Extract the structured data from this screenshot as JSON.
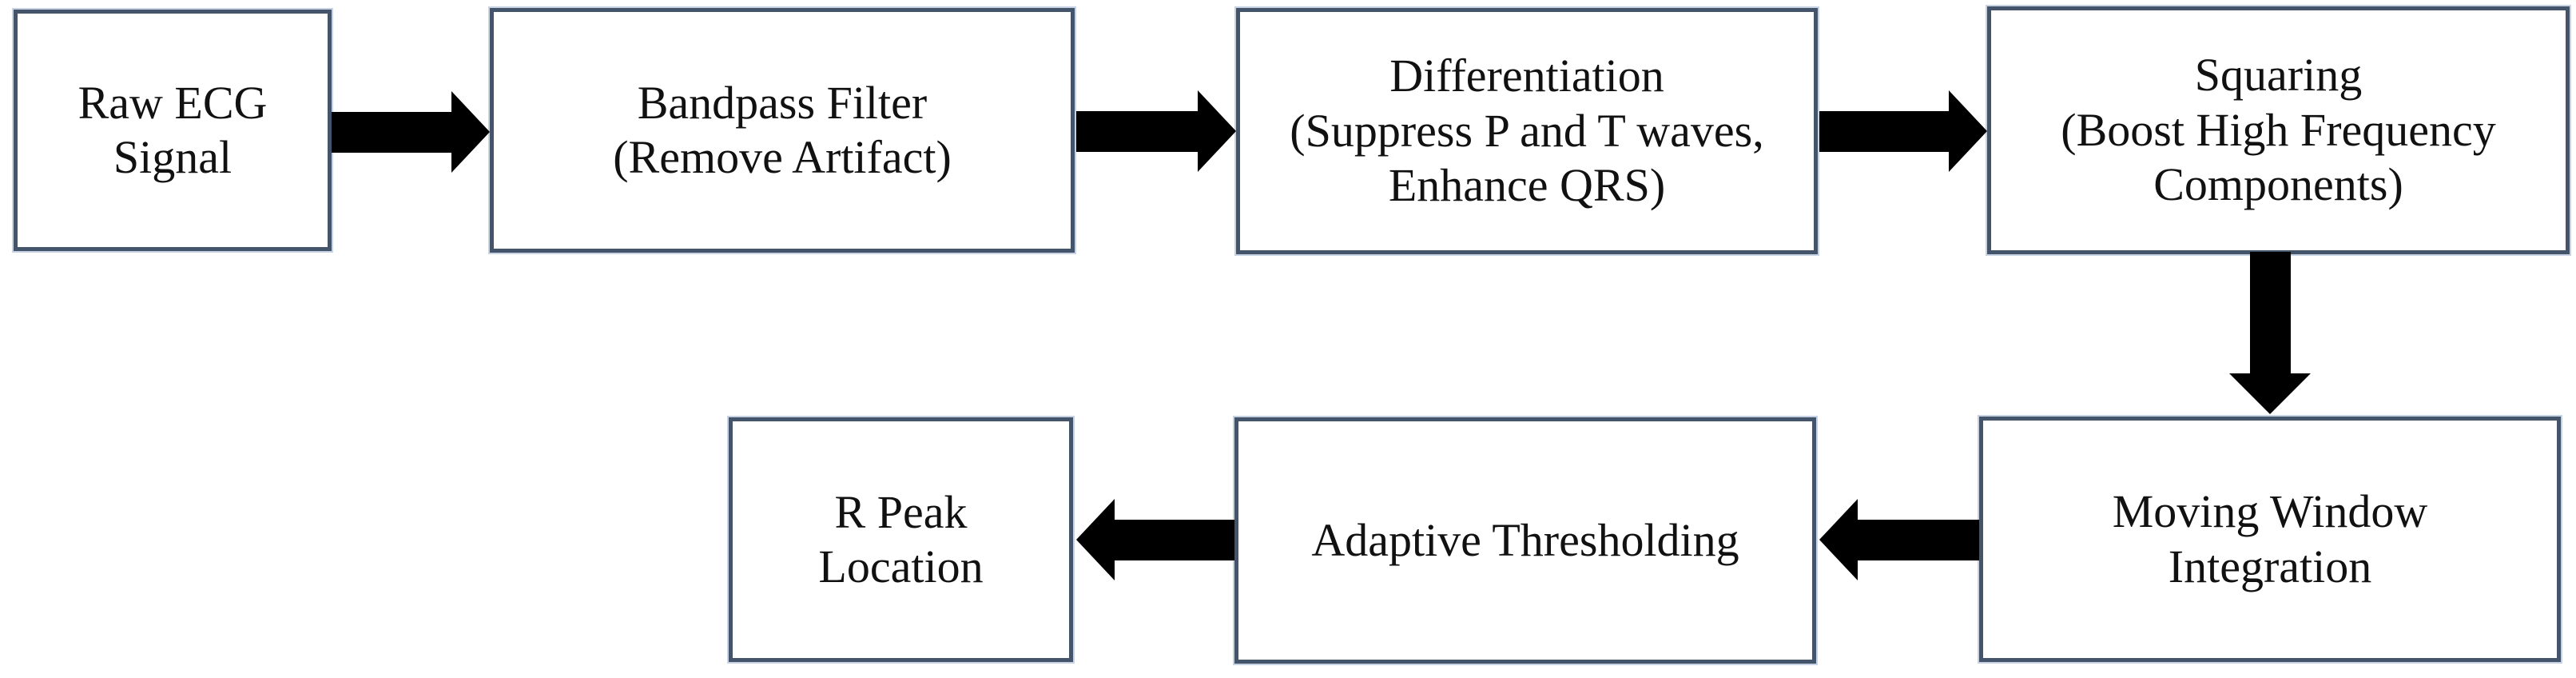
{
  "diagram": {
    "type": "flowchart",
    "background_color": "#ffffff",
    "box_border_color": "#44546A",
    "box_fill_color": "#ffffff",
    "arrow_color": "#000000",
    "text_color": "#111111",
    "nodes": [
      {
        "id": "raw-ecg-signal",
        "label": "Raw ECG\nSignal"
      },
      {
        "id": "bandpass-filter",
        "label": "Bandpass Filter\n(Remove Artifact)"
      },
      {
        "id": "differentiation",
        "label": "Differentiation\n(Suppress P and T waves,\nEnhance QRS)"
      },
      {
        "id": "squaring",
        "label": "Squaring\n(Boost High Frequency\nComponents)"
      },
      {
        "id": "moving-window-integration",
        "label": "Moving Window\nIntegration"
      },
      {
        "id": "adaptive-thresholding",
        "label": "Adaptive Thresholding"
      },
      {
        "id": "r-peak-location",
        "label": "R Peak\nLocation"
      }
    ],
    "edges": [
      {
        "from": "raw-ecg-signal",
        "to": "bandpass-filter",
        "direction": "right"
      },
      {
        "from": "bandpass-filter",
        "to": "differentiation",
        "direction": "right"
      },
      {
        "from": "differentiation",
        "to": "squaring",
        "direction": "right"
      },
      {
        "from": "squaring",
        "to": "moving-window-integration",
        "direction": "down"
      },
      {
        "from": "moving-window-integration",
        "to": "adaptive-thresholding",
        "direction": "left"
      },
      {
        "from": "adaptive-thresholding",
        "to": "r-peak-location",
        "direction": "left"
      }
    ]
  }
}
